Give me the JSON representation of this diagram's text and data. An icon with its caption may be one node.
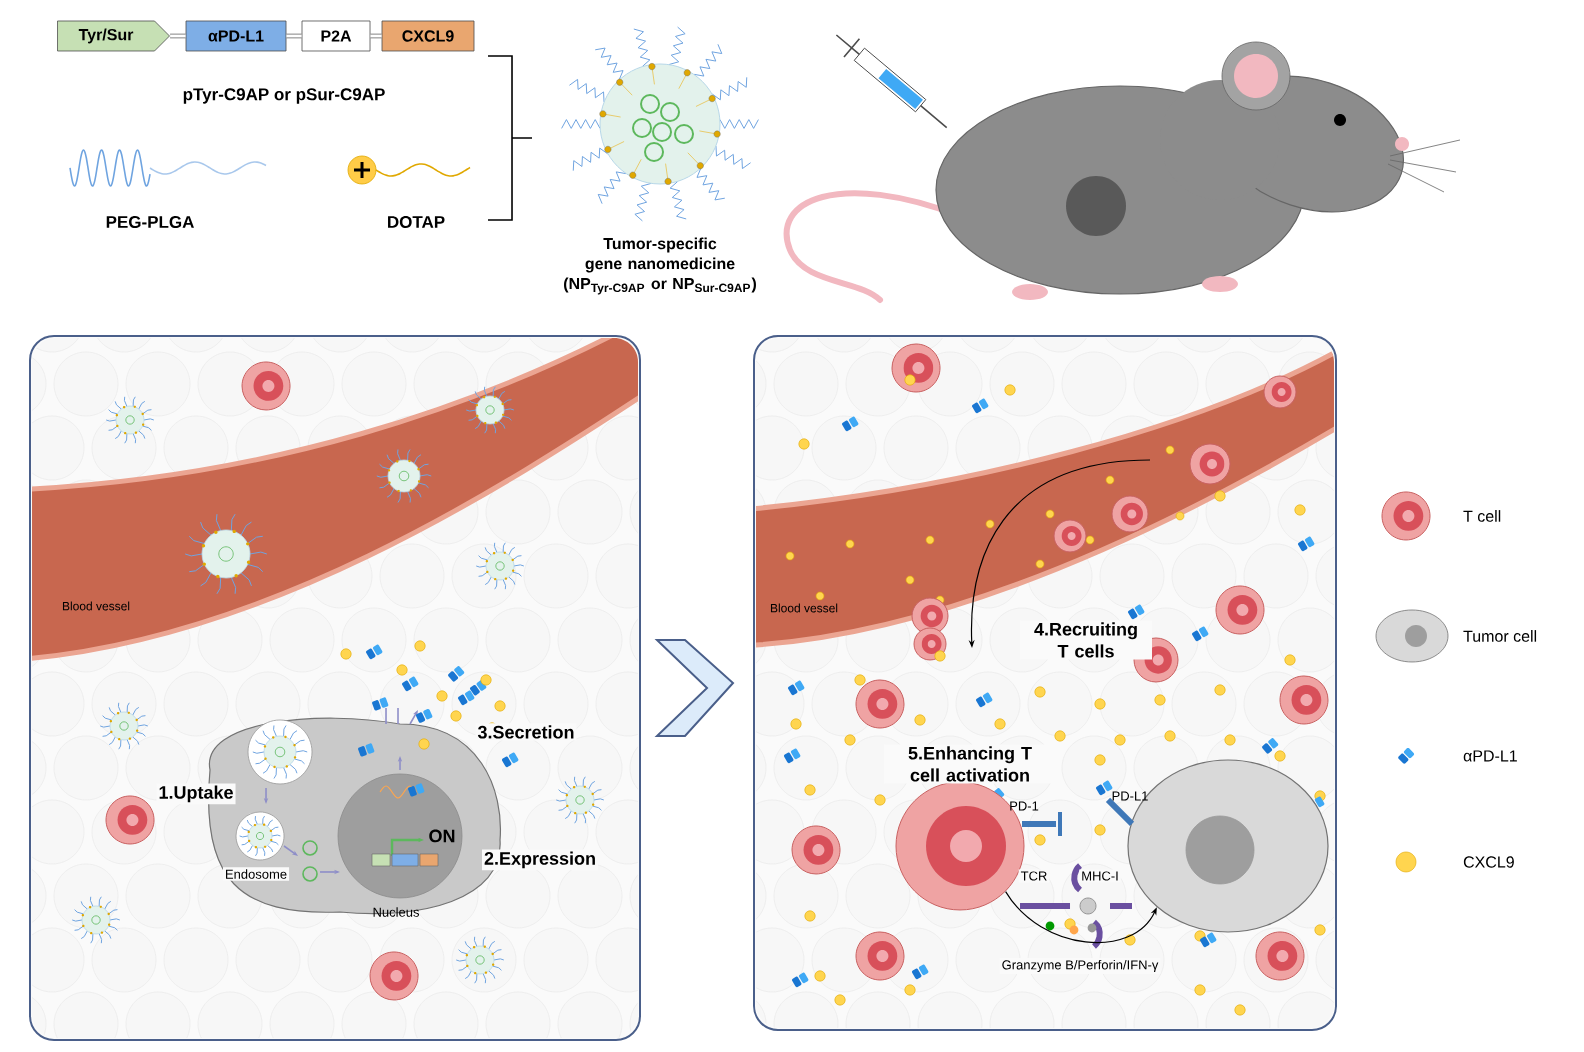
{
  "diagram": {
    "nodes": [
      {
        "text": [
          "Tyr/Sur"
        ]
      },
      {
        "text": [
          "αPD-L1"
        ]
      },
      {
        "text": [
          "P2A"
        ]
      },
      {
        "text": [
          "CXCL9"
        ]
      },
      {
        "text": [
          "Tumor-specific gene nanomedicine (NP$_{Tyr-C9AP}$ or NP$_{Sur-C9AP}$)"
        ]
      },
      {
        "text": [],
        "shape": "box"
      },
      {
        "text": [],
        "shape": "box"
      },
      {
        "text": [],
        "shape": "circle",
        "in": 6
      },
      {
        "text": [],
        "shape": "cell",
        "in": 6
      }
    ],
    "edges": [
      {
        "from": 0,
        "to": 1,
        "arrow": "none"
      },
      {
        "from": 1,
        "to": 2,
        "arrow": "none"
      },
      {
        "from": 2,
        "to": 3,
        "arrow": "none"
      },
      {
        "from": 5,
        "to": 6,
        "arrow": "to"
      },
      {
        "from": 7,
        "to": 8,
        "arrow": "to",
        "color": "#000000",
        "label": "Granzyme B/Perforin/IFN-γ"
      }
    ],
    "labels": [
      "pTyr-C9AP or pSur-C9AP",
      "PEG-PLGA",
      "DOTAP",
      "Blood vessel",
      "1.Uptake",
      "Endosome",
      "Nucleus",
      "ON",
      "2.Expression",
      "3.Secretion",
      "Blood vessel",
      "4.Recruiting T cells",
      "5.Enhancing T cell activation",
      "PD-1",
      "PD-L1",
      "TCR",
      "MHC-I"
    ],
    "legend": [
      {
        "text": "T cell"
      },
      {
        "text": "Tumor cell"
      },
      {
        "text": "αPD-L1"
      },
      {
        "text": "CXCL9"
      }
    ]
  }
}
